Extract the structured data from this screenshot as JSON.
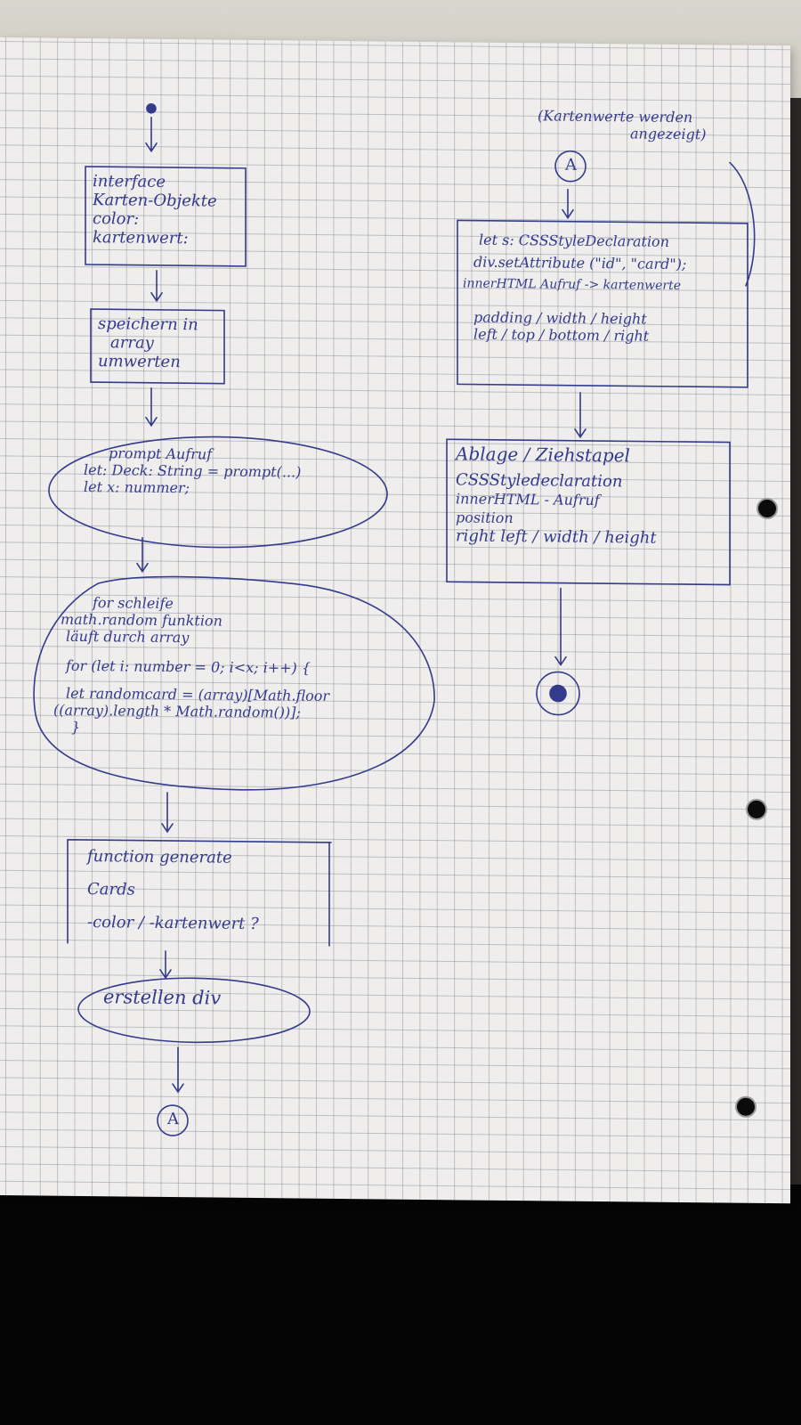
{
  "diagram": {
    "left_column": {
      "box1": {
        "lines": [
          "interface",
          "Karten-Objekte",
          "color:",
          "kartenwert:"
        ]
      },
      "box2": {
        "lines": [
          "speichern in",
          "array",
          "umwerten"
        ]
      },
      "oval1": {
        "lines": [
          "prompt Aufruf",
          "let: Deck: String = prompt(...)",
          "let x: nummer;"
        ]
      },
      "oval2": {
        "lines": [
          "for schleife",
          "math.random funktion",
          "läuft durch array",
          "for (let i: number = 0; i<x; i++) {",
          "let randomcard = (array)[Math.floor",
          "((array).length * Math.random())];",
          "}"
        ]
      },
      "box3": {
        "lines": [
          "function generate",
          "Cards",
          "-color / -kartenwert ?"
        ]
      },
      "oval3": {
        "lines": [
          "erstellen div"
        ]
      },
      "connector": "A"
    },
    "right_column": {
      "note": [
        "(Kartenwerte werden",
        "angezeigt)"
      ],
      "connector": "A",
      "box1": {
        "lines": [
          "let s: CSSStyleDeclaration",
          "div.setAttribute (\"id\", \"card\");",
          "innerHTML Aufruf -> kartenwerte",
          "padding / width / height",
          "left / top / bottom / right"
        ]
      },
      "box2": {
        "lines": [
          "Ablage / Ziehstapel",
          "CSSStyledeclaration",
          "innerHTML - Aufruf",
          "position",
          "right left / width / height"
        ]
      }
    }
  }
}
